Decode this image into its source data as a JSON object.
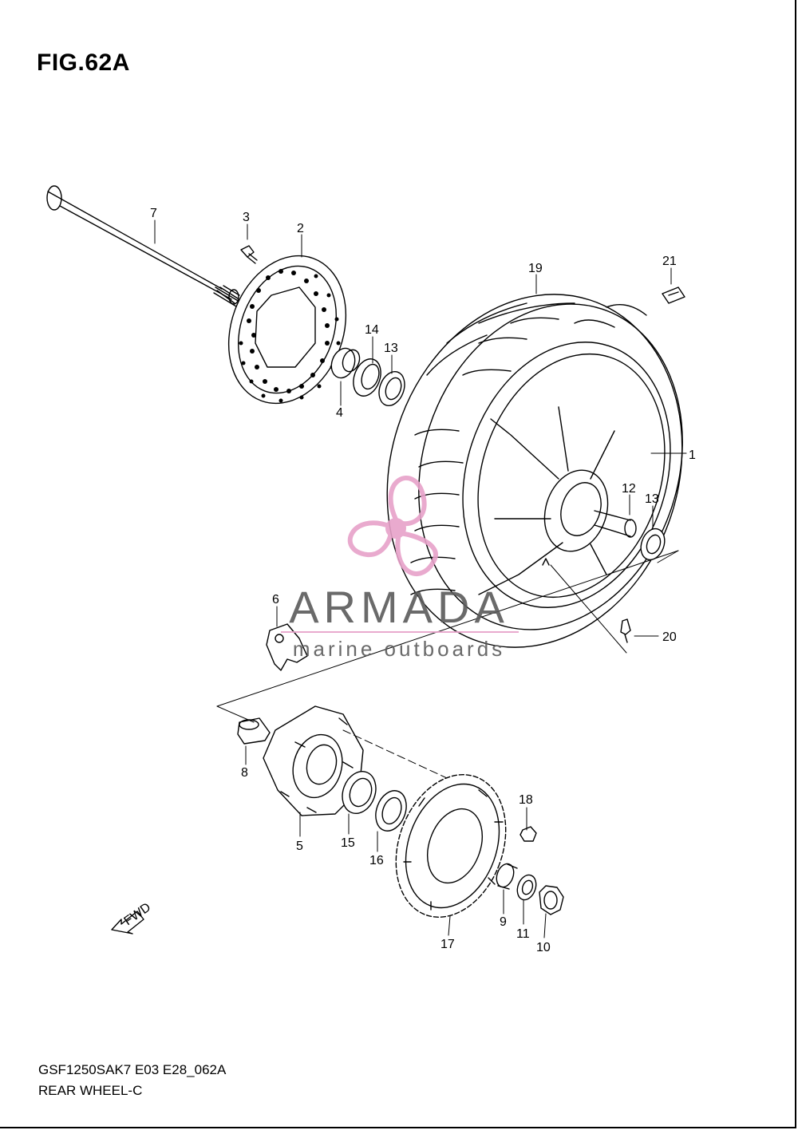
{
  "figure": {
    "title": "FIG.62A",
    "model_code": "GSF1250SAK7 E03 E28_062A",
    "section_name": "REAR WHEEL-C"
  },
  "parts": [
    {
      "number": "1",
      "name": "wheel"
    },
    {
      "number": "2",
      "name": "brake-disc"
    },
    {
      "number": "3",
      "name": "disc-bolt"
    },
    {
      "number": "4",
      "name": "spacer"
    },
    {
      "number": "5",
      "name": "sprocket-drum"
    },
    {
      "number": "6",
      "name": "caliper-bracket"
    },
    {
      "number": "7",
      "name": "axle"
    },
    {
      "number": "8",
      "name": "damper"
    },
    {
      "number": "9",
      "name": "spacer"
    },
    {
      "number": "10",
      "name": "axle-nut"
    },
    {
      "number": "11",
      "name": "washer"
    },
    {
      "number": "12",
      "name": "spacer"
    },
    {
      "number": "13",
      "name": "bearing"
    },
    {
      "number": "13",
      "name": "bearing"
    },
    {
      "number": "14",
      "name": "oil-seal"
    },
    {
      "number": "15",
      "name": "bearing"
    },
    {
      "number": "16",
      "name": "oil-seal"
    },
    {
      "number": "17",
      "name": "sprocket"
    },
    {
      "number": "18",
      "name": "sprocket-nut"
    },
    {
      "number": "19",
      "name": "tire"
    },
    {
      "number": "20",
      "name": "valve"
    },
    {
      "number": "21",
      "name": "balancer-weight"
    }
  ],
  "direction_label": "FWD",
  "watermark": {
    "brand": "ARMADA",
    "tagline": "marine outboards",
    "accent_color": "#e7a1c9",
    "text_color": "#5a5a5a"
  },
  "colors": {
    "line": "#000000",
    "background": "#ffffff"
  }
}
